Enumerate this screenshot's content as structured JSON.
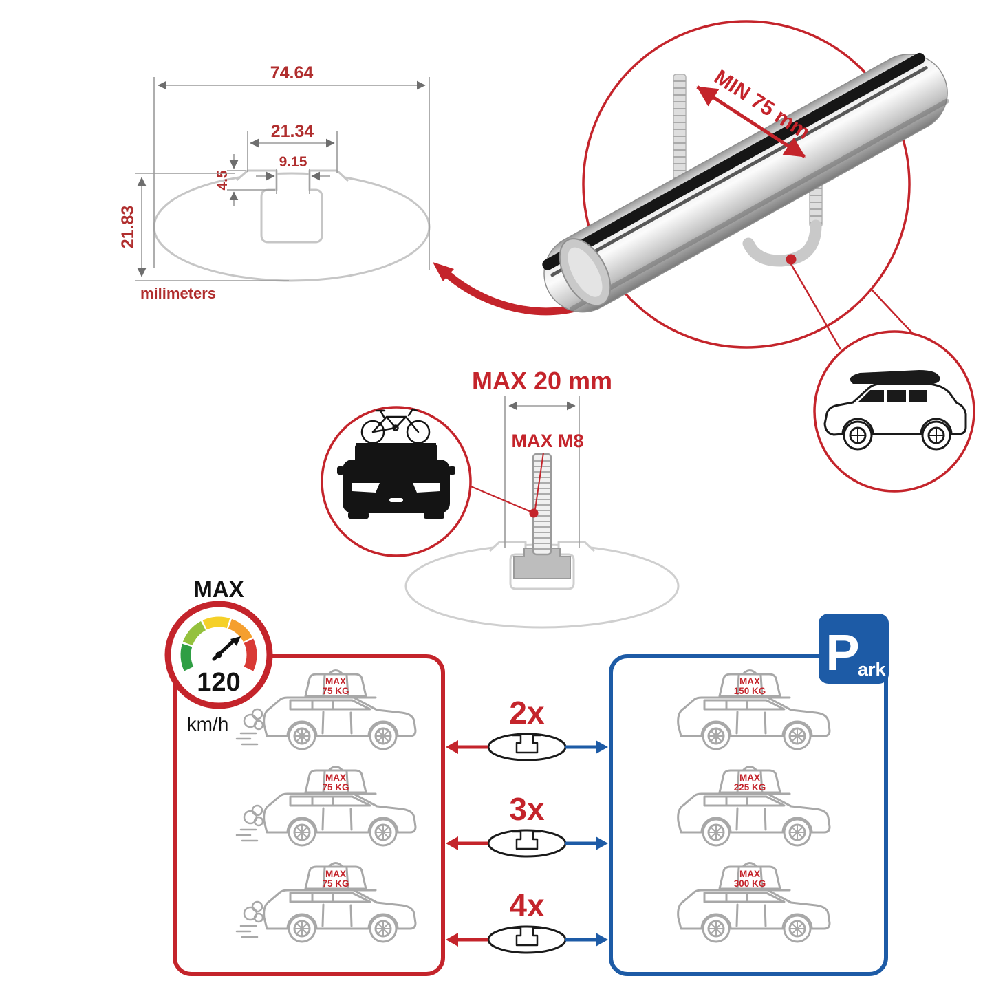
{
  "cross_section": {
    "overall_width": "74.64",
    "plateau_width": "21.34",
    "slot_width": "9.15",
    "lip_height": "4.5",
    "overall_height": "21.83",
    "units": "milimeters"
  },
  "bar_callout": {
    "min_clearance": "MIN 75 mm"
  },
  "bolt_callout": {
    "max_length": "MAX 20 mm",
    "max_thread": "MAX M8"
  },
  "speed_limit": {
    "label": "MAX",
    "value": "120",
    "unit": "km/h"
  },
  "parking_sign": {
    "letter": "P",
    "suffix": "ark"
  },
  "capacity": {
    "rows": [
      {
        "count": "2x",
        "per_car_line1": "MAX",
        "per_car_line2": "75 KG",
        "total_line1": "MAX",
        "total_line2": "150 KG"
      },
      {
        "count": "3x",
        "per_car_line1": "MAX",
        "per_car_line2": "75 KG",
        "total_line1": "MAX",
        "total_line2": "225 KG"
      },
      {
        "count": "4x",
        "per_car_line1": "MAX",
        "per_car_line2": "75 KG",
        "total_line1": "MAX",
        "total_line2": "300 KG"
      }
    ]
  },
  "colors": {
    "red": "#c4242b",
    "blue": "#1d5ba6",
    "gray_line": "#a8a8a8",
    "dim_text": "#b02e2e"
  }
}
